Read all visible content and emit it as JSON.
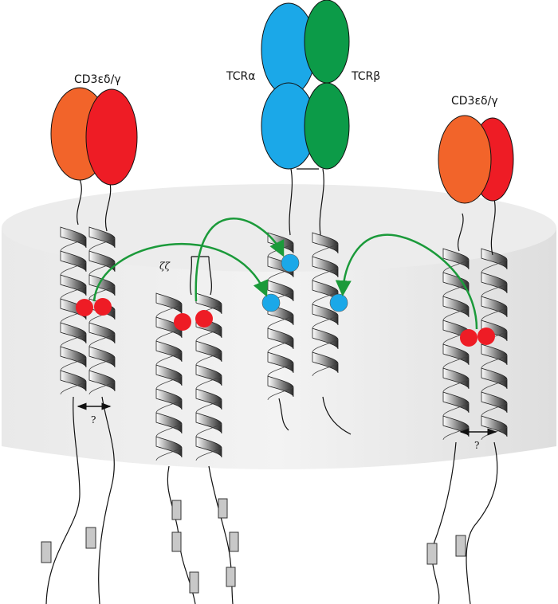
{
  "labels": {
    "cd3_left": "CD3εδ/γ",
    "cd3_right": "CD3εδ/γ",
    "tcr_alpha": "TCRα",
    "tcr_beta": "TCRβ",
    "zeta_zeta": "ζζ",
    "question_left": "?",
    "question_right": "?"
  },
  "colors": {
    "membrane": "#e6e6e6",
    "membrane_top": "#ececec",
    "orange": "#f2642a",
    "red": "#ee1c25",
    "blue": "#1ba8e8",
    "green": "#0c9b48",
    "arrow_green": "#1b9a3a",
    "helix_dark": "#3c3c3c",
    "itam_box": "#c8c8c8"
  },
  "icons": {
    "interaction_arrow": "curved-green-arrow",
    "distance_arrow": "double-headed-arrow",
    "itam": "itam-box"
  }
}
